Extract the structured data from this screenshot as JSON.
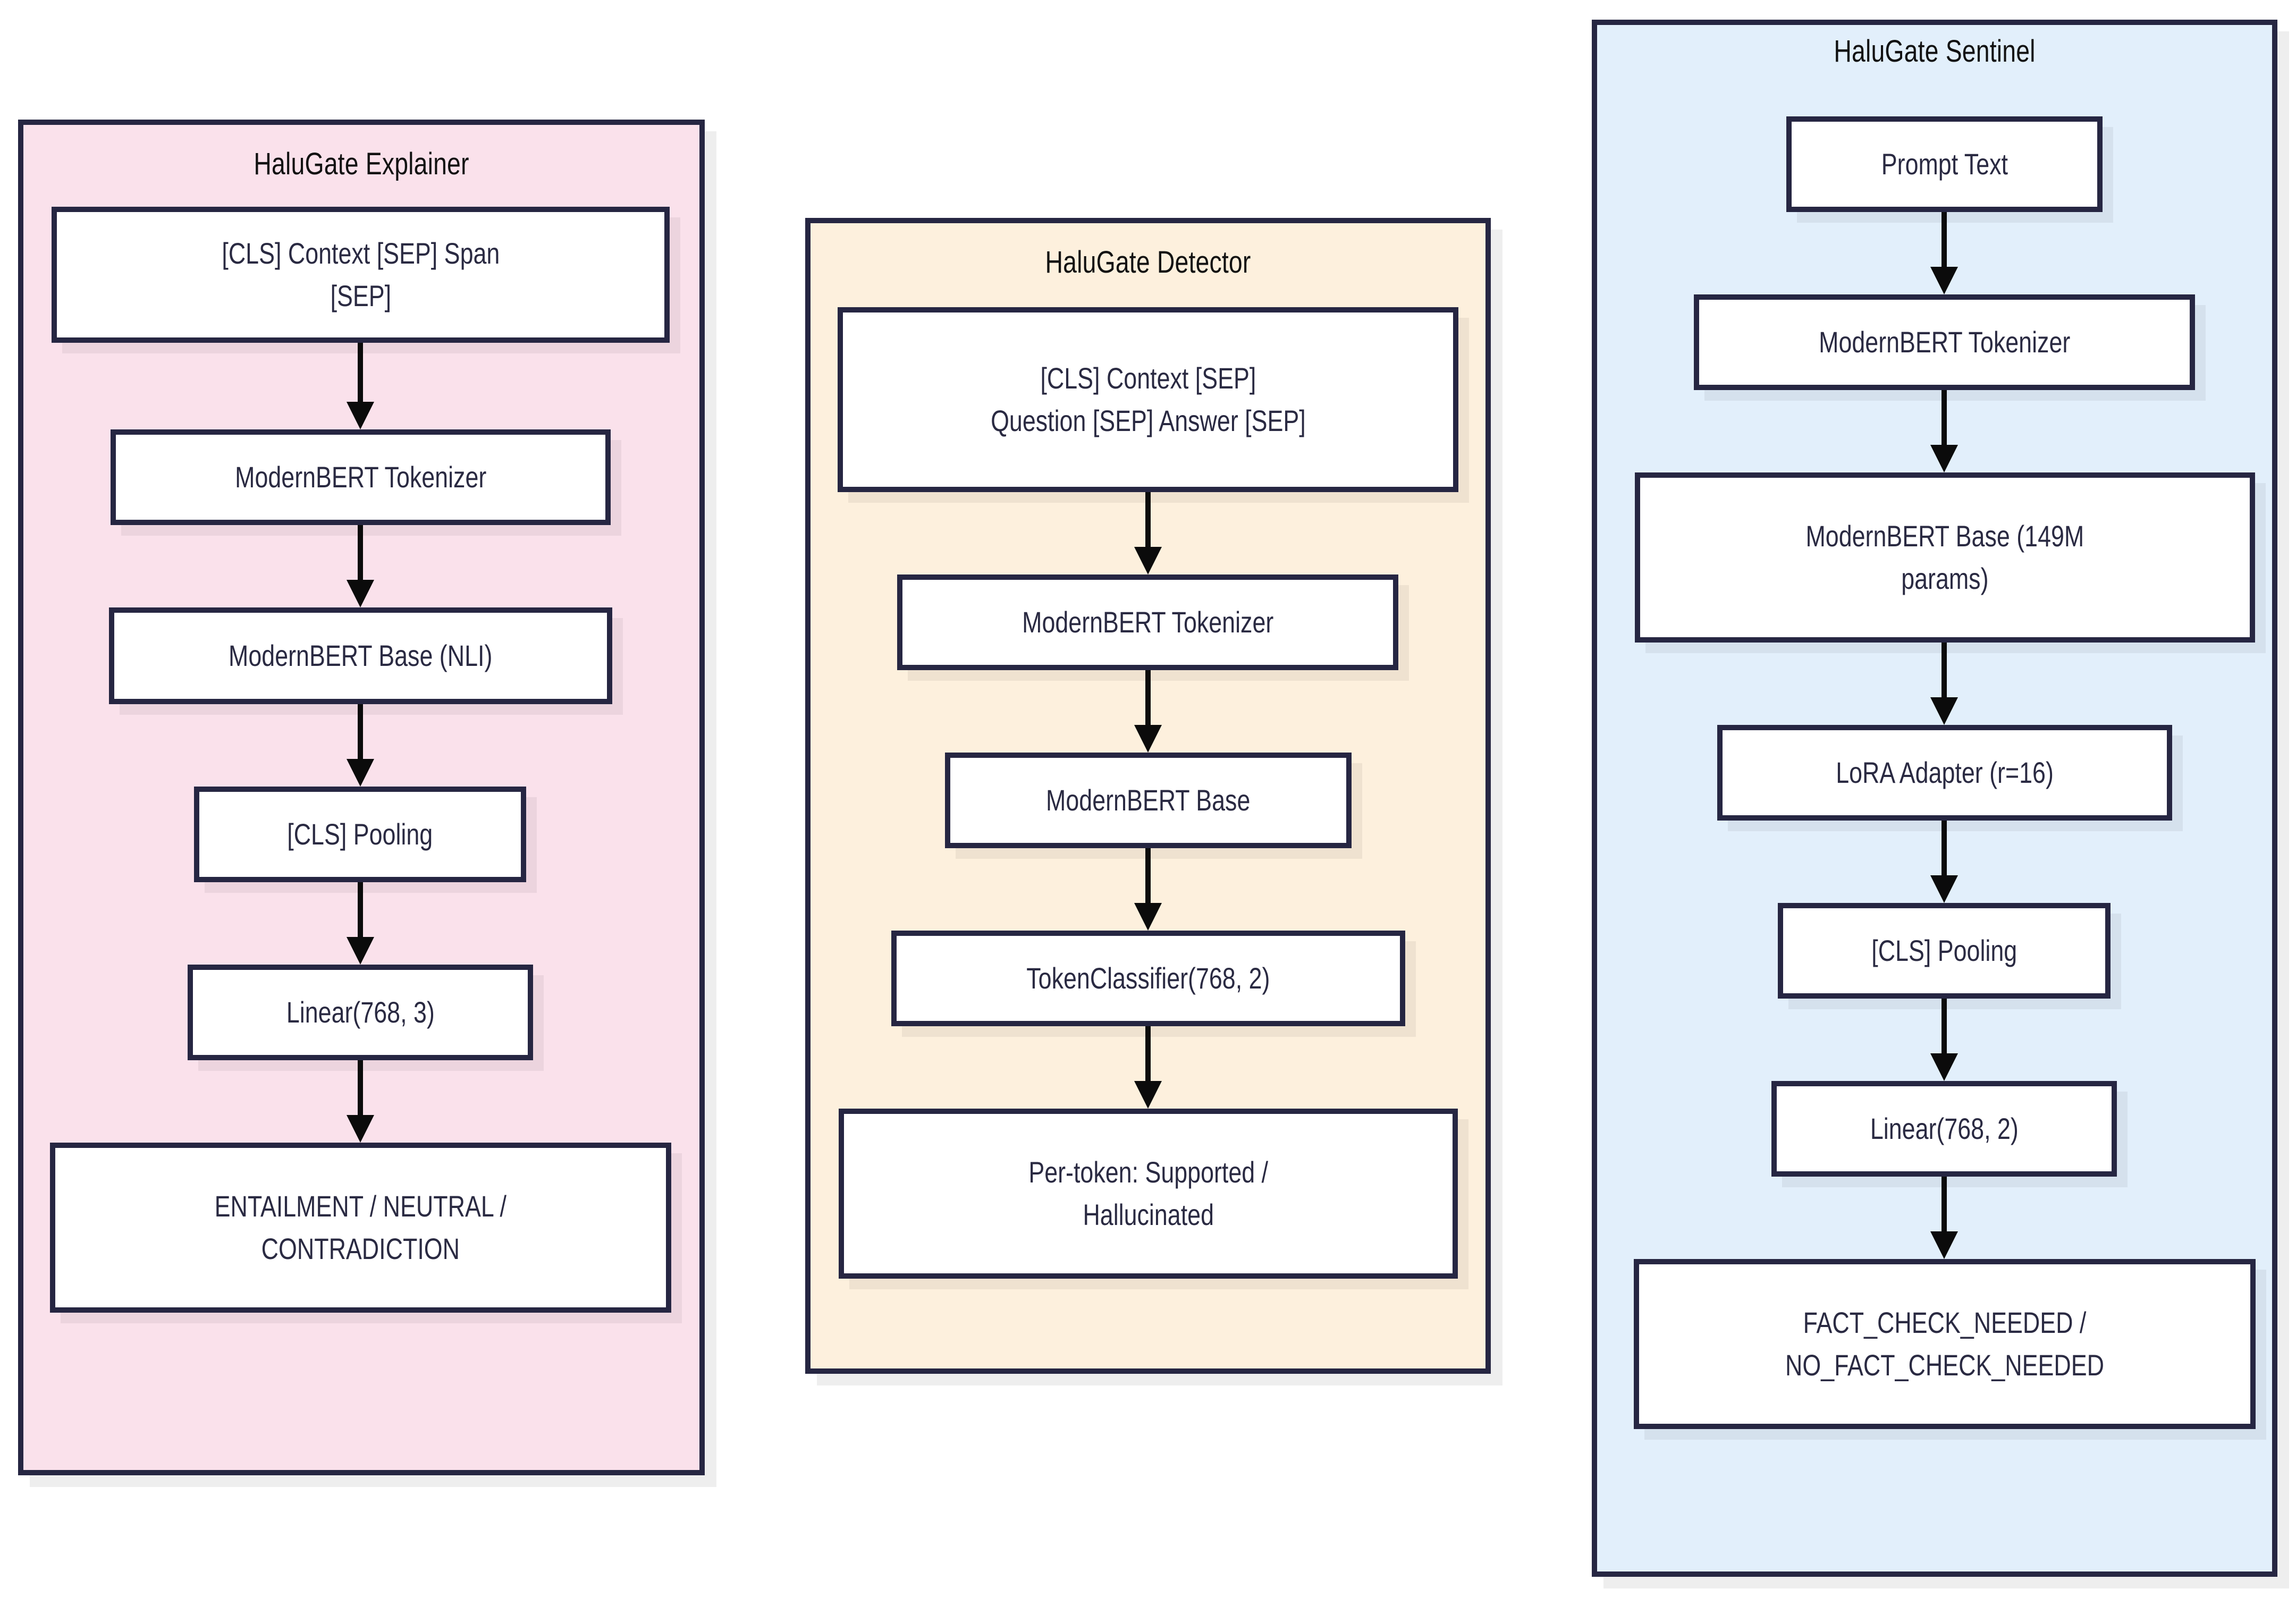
{
  "diagram": {
    "type": "flowchart",
    "direction": "top-to-bottom",
    "panel_count": 3,
    "colors": {
      "border": "#262642",
      "text": "#2a2a42",
      "explainer_fill": "#fae1eb",
      "detector_fill": "#fdf0dd",
      "sentinel_fill": "#e2effb",
      "node_fill": "#ffffff",
      "arrow": "#0b0b0b"
    }
  },
  "panels": [
    {
      "id": "explainer",
      "title": "HaluGate Explainer",
      "nodes": [
        {
          "id": "exp-input",
          "label": "[CLS] Context [SEP] Span\n[SEP]"
        },
        {
          "id": "exp-tokenizer",
          "label": "ModernBERT Tokenizer"
        },
        {
          "id": "exp-base",
          "label": "ModernBERT Base (NLI)"
        },
        {
          "id": "exp-pooling",
          "label": "[CLS] Pooling"
        },
        {
          "id": "exp-linear",
          "label": "Linear(768, 3)"
        },
        {
          "id": "exp-output",
          "label": "ENTAILMENT / NEUTRAL /\nCONTRADICTION"
        }
      ],
      "edges": [
        {
          "from": "exp-input",
          "to": "exp-tokenizer"
        },
        {
          "from": "exp-tokenizer",
          "to": "exp-base"
        },
        {
          "from": "exp-base",
          "to": "exp-pooling"
        },
        {
          "from": "exp-pooling",
          "to": "exp-linear"
        },
        {
          "from": "exp-linear",
          "to": "exp-output"
        }
      ]
    },
    {
      "id": "detector",
      "title": "HaluGate Detector",
      "nodes": [
        {
          "id": "det-input",
          "label": "[CLS] Context [SEP]\nQuestion [SEP] Answer [SEP]"
        },
        {
          "id": "det-tokenizer",
          "label": "ModernBERT Tokenizer"
        },
        {
          "id": "det-base",
          "label": "ModernBERT Base"
        },
        {
          "id": "det-classifier",
          "label": "TokenClassifier(768, 2)"
        },
        {
          "id": "det-output",
          "label": "Per-token: Supported /\nHallucinated"
        }
      ],
      "edges": [
        {
          "from": "det-input",
          "to": "det-tokenizer"
        },
        {
          "from": "det-tokenizer",
          "to": "det-base"
        },
        {
          "from": "det-base",
          "to": "det-classifier"
        },
        {
          "from": "det-classifier",
          "to": "det-output"
        }
      ]
    },
    {
      "id": "sentinel",
      "title": "HaluGate Sentinel",
      "nodes": [
        {
          "id": "sen-prompt",
          "label": "Prompt Text"
        },
        {
          "id": "sen-tokenizer",
          "label": "ModernBERT Tokenizer"
        },
        {
          "id": "sen-base",
          "label": "ModernBERT Base (149M\nparams)"
        },
        {
          "id": "sen-lora",
          "label": "LoRA Adapter (r=16)"
        },
        {
          "id": "sen-pooling",
          "label": "[CLS] Pooling"
        },
        {
          "id": "sen-linear",
          "label": "Linear(768, 2)"
        },
        {
          "id": "sen-output",
          "label": "FACT_CHECK_NEEDED /\nNO_FACT_CHECK_NEEDED"
        }
      ],
      "edges": [
        {
          "from": "sen-prompt",
          "to": "sen-tokenizer"
        },
        {
          "from": "sen-tokenizer",
          "to": "sen-base"
        },
        {
          "from": "sen-base",
          "to": "sen-lora"
        },
        {
          "from": "sen-lora",
          "to": "sen-pooling"
        },
        {
          "from": "sen-pooling",
          "to": "sen-linear"
        },
        {
          "from": "sen-linear",
          "to": "sen-output"
        }
      ]
    }
  ]
}
